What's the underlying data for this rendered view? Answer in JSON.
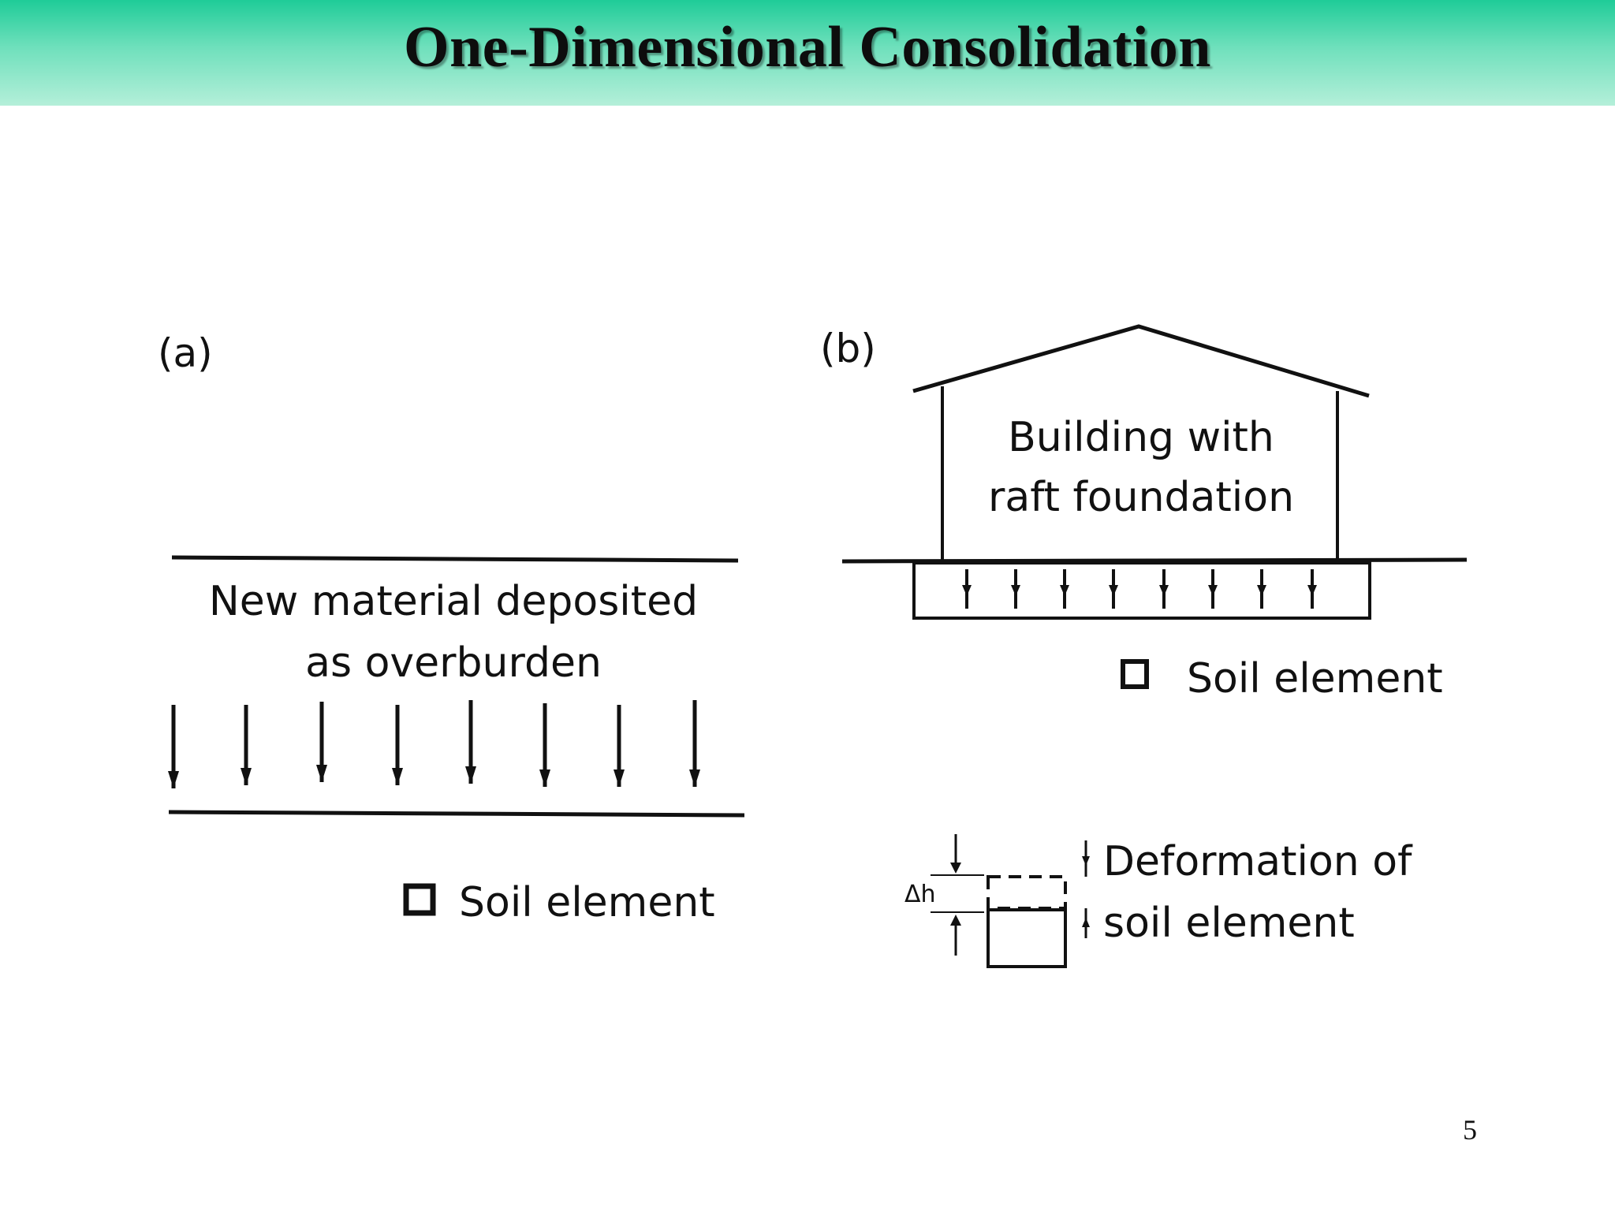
{
  "slide": {
    "title": "One-Dimensional Consolidation",
    "page_number": "5"
  },
  "panel_a": {
    "label": "(a)",
    "deposit_line1": "New material deposited",
    "deposit_line2": "as overburden",
    "soil_element_label": "Soil element"
  },
  "panel_b": {
    "label": "(b)",
    "building_line1": "Building with",
    "building_line2": "raft foundation",
    "soil_element_label": "Soil element",
    "delta_h": "Δh",
    "deformation_line1": "Deformation of",
    "deformation_line2": "soil element"
  }
}
